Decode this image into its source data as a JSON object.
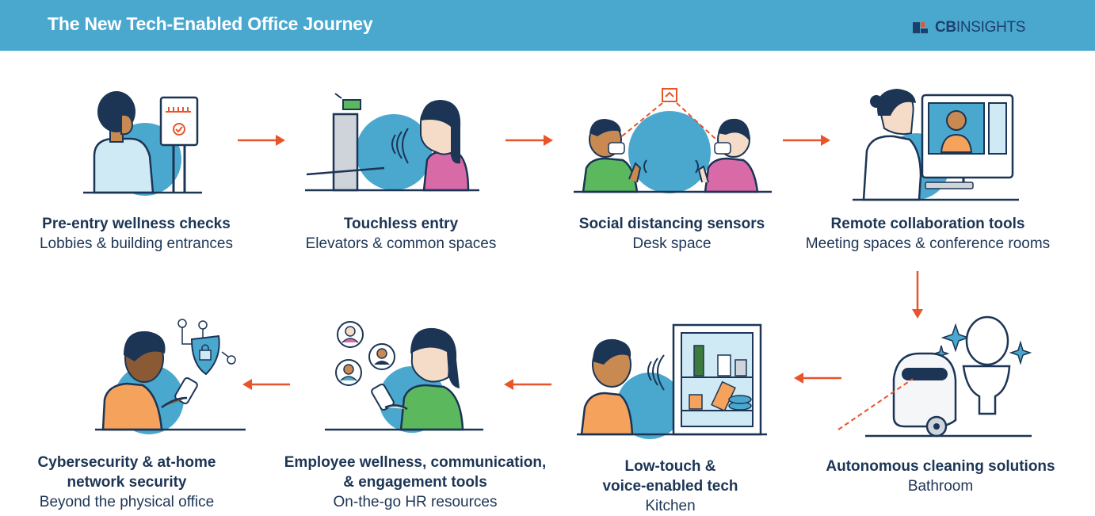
{
  "header": {
    "title": "The New Tech-Enabled Office Journey",
    "brand_bold": "CB",
    "brand_light": "INSIGHTS"
  },
  "colors": {
    "banner": "#4aa8cf",
    "circle": "#4aa8cf",
    "navy": "#1c3555",
    "arrow": "#e8552a",
    "green": "#5cb85c",
    "pink": "#d96aa8",
    "orange": "#f5a25d"
  },
  "steps": [
    {
      "title": "Pre-entry wellness checks",
      "subtitle": "Lobbies & building entrances",
      "icon": "wellness-check-icon"
    },
    {
      "title": "Touchless entry",
      "subtitle": "Elevators & common spaces",
      "icon": "touchless-entry-icon"
    },
    {
      "title": "Social distancing sensors",
      "subtitle": "Desk space",
      "icon": "distancing-sensor-icon"
    },
    {
      "title": "Remote collaboration tools",
      "subtitle": "Meeting spaces & conference rooms",
      "icon": "video-call-icon"
    },
    {
      "title": "Autonomous cleaning solutions",
      "subtitle": "Bathroom",
      "icon": "cleaning-robot-icon"
    },
    {
      "title_line1": "Low-touch &",
      "title_line2": "voice-enabled tech",
      "subtitle": "Kitchen",
      "icon": "voice-fridge-icon"
    },
    {
      "title_line1": "Employee wellness, communication,",
      "title_line2": "& engagement tools",
      "subtitle": "On-the-go HR resources",
      "icon": "hr-app-icon"
    },
    {
      "title_line1": "Cybersecurity & at-home",
      "title_line2": "network security",
      "subtitle": "Beyond the physical office",
      "icon": "security-shield-icon"
    }
  ]
}
